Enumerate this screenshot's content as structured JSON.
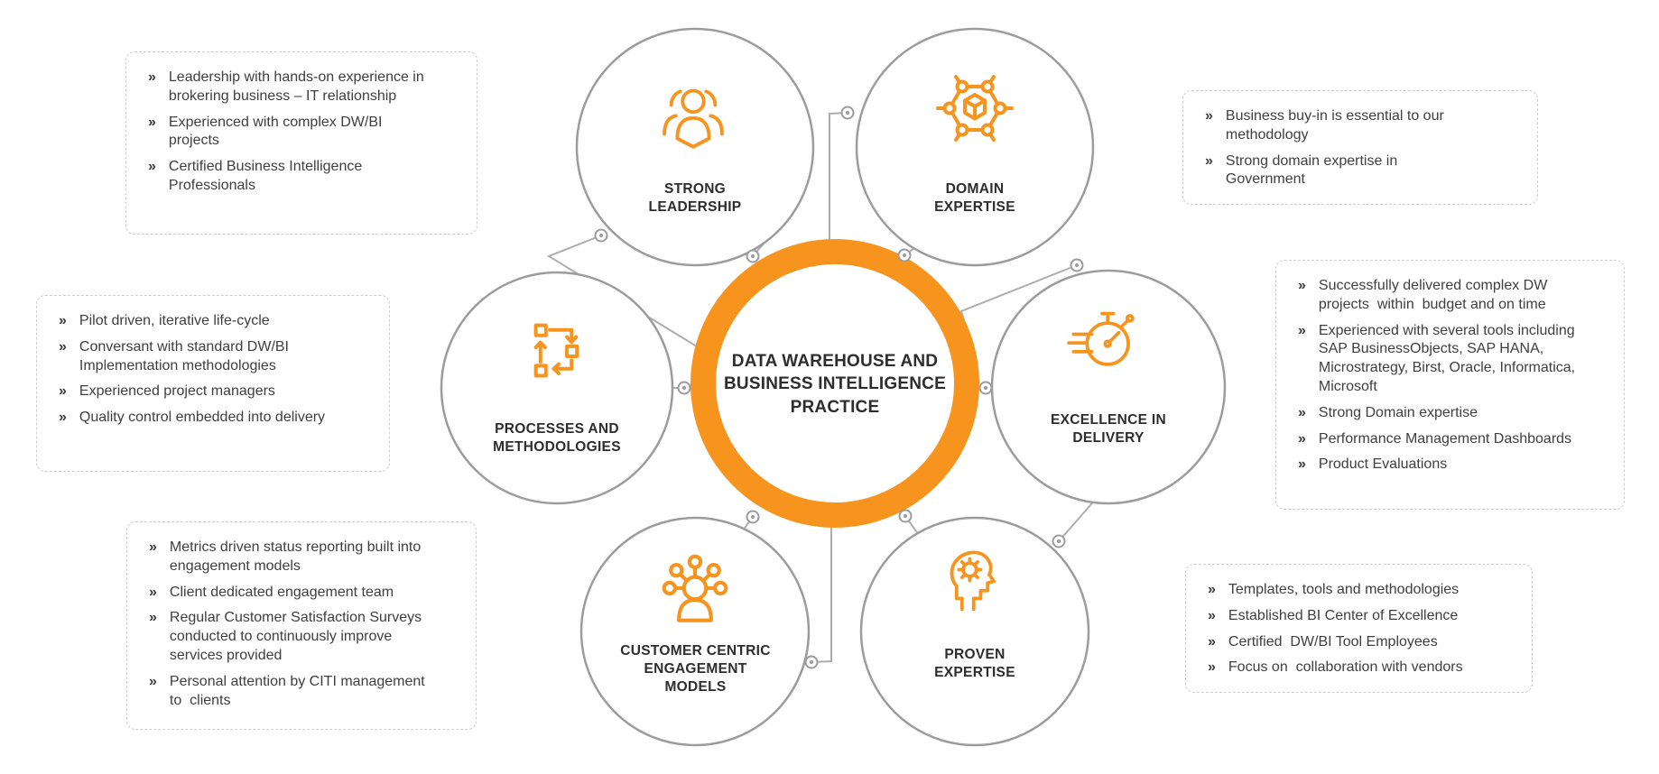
{
  "bullet_char": "»",
  "colors": {
    "accent_orange": "#F7941E",
    "circle_stroke": "#9C9C9C",
    "connector_gray": "#ADADAD",
    "label_dark": "#2D2D2D",
    "body_text": "#3F3F3F",
    "dashed_border": "#CDCDCD"
  },
  "center": {
    "title": "DATA WAREHOUSE AND BUSINESS INTELLIGENCE PRACTICE"
  },
  "nodes": [
    {
      "label": "STRONG LEADERSHIP",
      "icon": "people-group-icon"
    },
    {
      "label": "DOMAIN EXPERTISE",
      "icon": "hex-network-icon"
    },
    {
      "label": "PROCESSES AND METHODOLOGIES",
      "icon": "process-loop-icon"
    },
    {
      "label": "EXCELLENCE IN DELIVERY",
      "icon": "stopwatch-icon"
    },
    {
      "label": "CUSTOMER CENTRIC ENGAGEMENT MODELS",
      "icon": "person-network-icon"
    },
    {
      "label": "PROVEN EXPERTISE",
      "icon": "head-gear-icon"
    }
  ],
  "callouts": {
    "leadership": [
      "Leadership with hands-on experience in brokering business – IT relationship",
      "Experienced with complex DW/BI projects",
      "Certified Business Intelligence Professionals"
    ],
    "domain": [
      "Business buy-in is essential to our methodology",
      "Strong domain expertise in Government"
    ],
    "processes": [
      "Pilot driven, iterative life-cycle",
      "Conversant with standard DW/BI Implementation methodologies",
      "Experienced project managers",
      "Quality control embedded into delivery"
    ],
    "excellence": [
      "Successfully delivered complex DW projects  within  budget and on time",
      "Experienced with several tools including SAP BusinessObjects, SAP HANA, Microstrategy, Birst, Oracle, Informatica, Microsoft",
      "Strong Domain expertise",
      "Performance Management Dashboards",
      "Product Evaluations"
    ],
    "customer": [
      "Metrics driven status reporting built into engagement models",
      "Client dedicated engagement team",
      "Regular Customer Satisfaction Surveys conducted to continuously improve services provided",
      "Personal attention by CITI management to  clients"
    ],
    "proven": [
      "Templates, tools and methodologies",
      "Established BI Center of Excellence",
      "Certified  DW/BI Tool Employees",
      "Focus on  collaboration with vendors"
    ]
  }
}
